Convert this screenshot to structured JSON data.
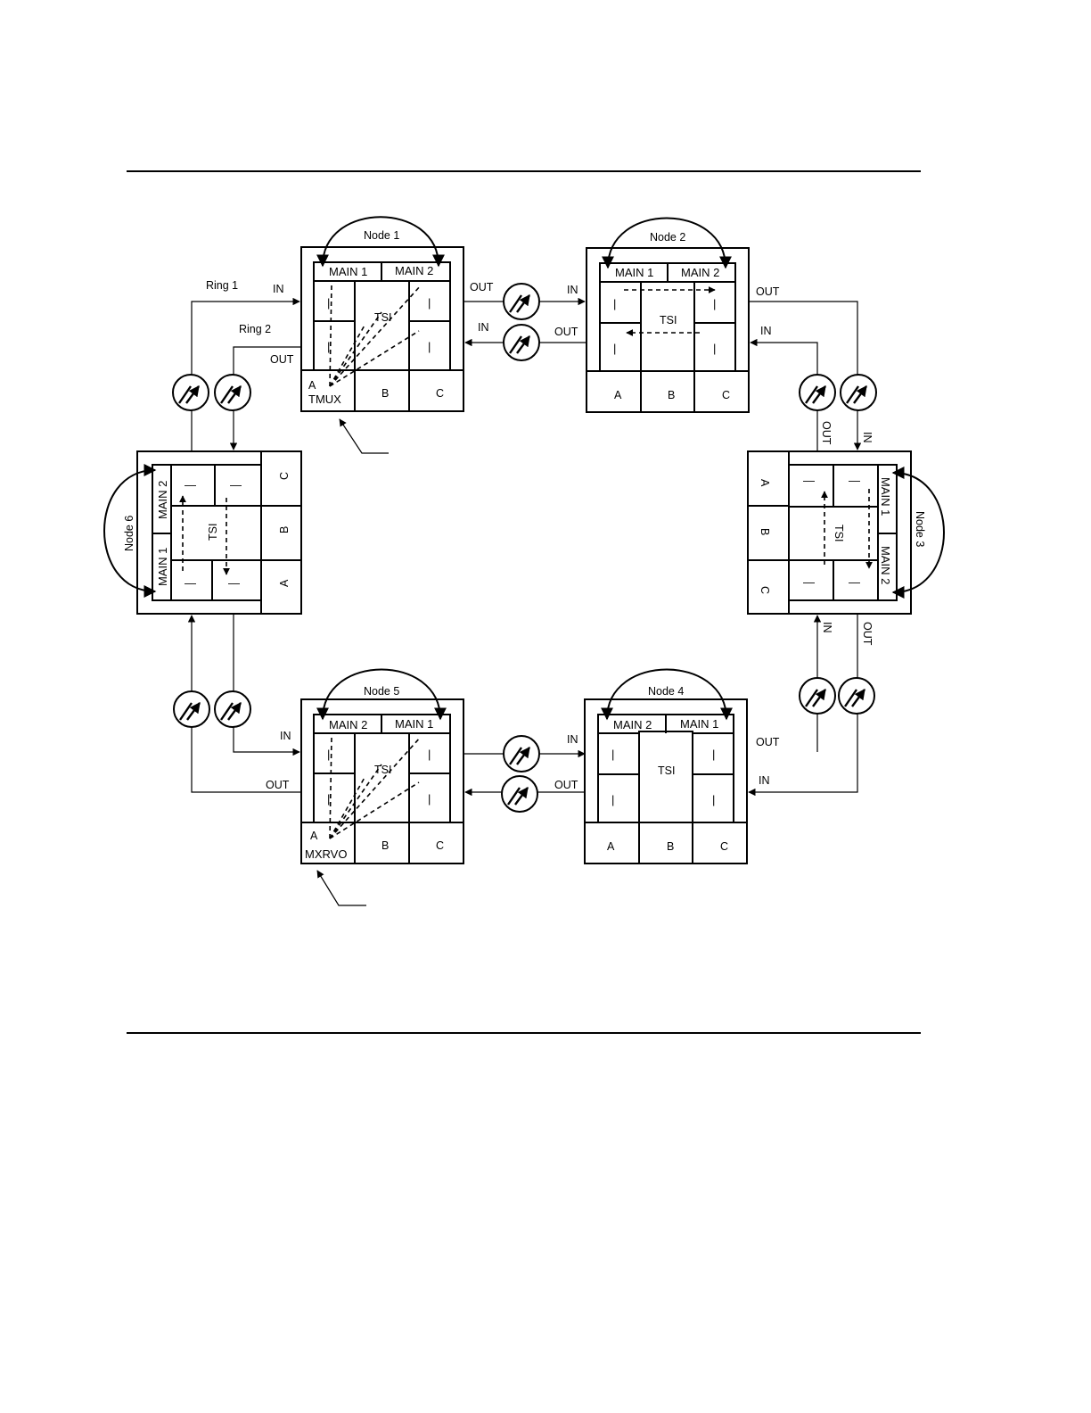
{
  "nodes": {
    "n1": {
      "name": "Node 1",
      "main_left": "MAIN 1",
      "main_right": "MAIN 2",
      "tsi": "TSI",
      "slot_a": "A",
      "slot_a_sub": "TMUX",
      "slot_b": "B",
      "slot_c": "C"
    },
    "n2": {
      "name": "Node 2",
      "main_left": "MAIN 1",
      "main_right": "MAIN 2",
      "tsi": "TSI",
      "slot_a": "A",
      "slot_b": "B",
      "slot_c": "C"
    },
    "n3": {
      "name": "Node 3",
      "main_top": "MAIN 1",
      "main_bottom": "MAIN 2",
      "tsi": "TSI",
      "slot_a": "A",
      "slot_b": "B",
      "slot_c": "C"
    },
    "n4": {
      "name": "Node 4",
      "main_left": "MAIN 2",
      "main_right": "MAIN 1",
      "tsi": "TSI",
      "slot_a": "A",
      "slot_b": "B",
      "slot_c": "C"
    },
    "n5": {
      "name": "Node 5",
      "main_left": "MAIN 2",
      "main_right": "MAIN 1",
      "tsi": "TSI",
      "slot_a": "A",
      "slot_a_sub": "MXRVO",
      "slot_b": "B",
      "slot_c": "C"
    },
    "n6": {
      "name": "Node 6",
      "main_top": "MAIN 2",
      "main_bottom": "MAIN 1",
      "tsi": "TSI",
      "slot_a": "A",
      "slot_b": "B",
      "slot_c": "C"
    }
  },
  "rings": {
    "ring1": "Ring 1",
    "ring2": "Ring 2"
  },
  "ports": {
    "in": "IN",
    "out": "OUT"
  },
  "port_marks": {
    "pipe": "|",
    "dash": "—"
  }
}
